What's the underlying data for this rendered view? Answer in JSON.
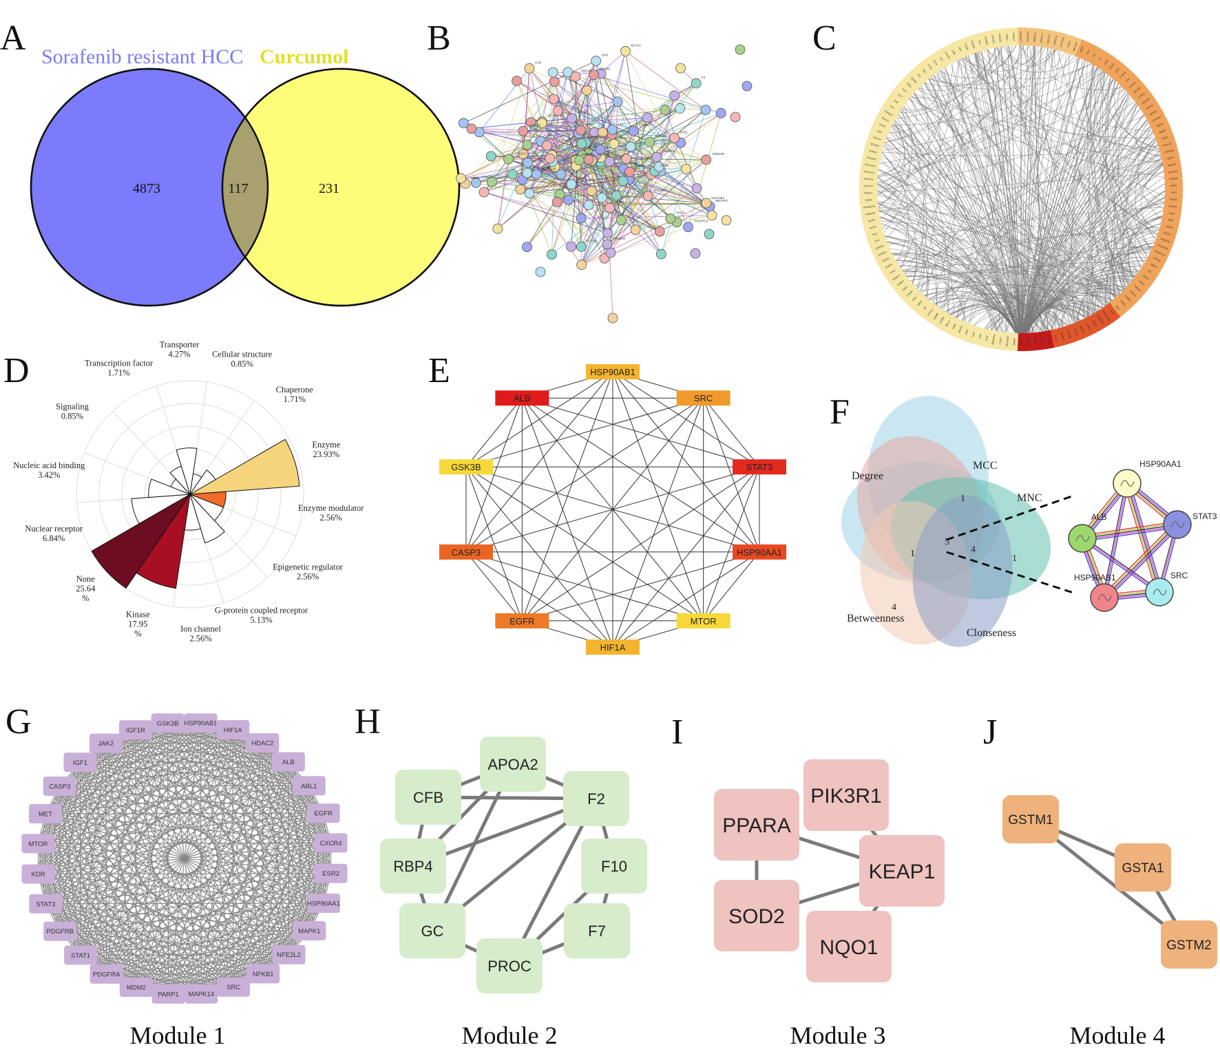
{
  "panel_letters": [
    "A",
    "B",
    "C",
    "D",
    "E",
    "F",
    "G",
    "H",
    "I",
    "J"
  ],
  "panel_a": {
    "set1_label": "Sorafenib resistant HCC",
    "set2_label": "Curcumol",
    "only1": "4873",
    "overlap": "117",
    "only2": "231",
    "colors": {
      "set1": "#7b7bfb",
      "set2": "#fdfd7a",
      "overlap": "#a8a06e",
      "label2": "#e2df2a"
    }
  },
  "panel_b": {
    "nodes": [
      "AKR1C2",
      "SULT2B1",
      "AKR1C1",
      "AKR1C3",
      "SULT2A1",
      "CES2",
      "AKR1C4",
      "METAP2",
      "QPRT",
      "SCN2A",
      "GSTM2",
      "CFD",
      "ACACB",
      "GSTM1",
      "RORA",
      "CHRNA7",
      "TYRO3",
      "CYP2C9",
      "CFB",
      "PROC",
      "CA1",
      "F7",
      "PRKCQ",
      "CSNK2B",
      "PDE4B",
      "ARG1",
      "PLA2G1B",
      "TRAPPC3",
      "HEXB",
      "BCAT2",
      "SIRT3",
      "SHH",
      "TDO2",
      "PAM",
      "SAE1",
      "ADAM10",
      "F10",
      "NAMPT",
      "SLC6A4",
      "MAOA",
      "PSAT1",
      "GSTA1",
      "F2",
      "BHMT"
    ]
  },
  "panel_c": {
    "labels": [
      "CYP27B1",
      "SULT2B1",
      "AKR1C1",
      "AKR1C2",
      "AKR1C3",
      "AKR1C4",
      "SULT2A1",
      "CES2",
      "METAP2",
      "QPRT",
      "F10",
      "F2",
      "F7",
      "CFB",
      "PROC",
      "CFD",
      "TYRO3",
      "CA1",
      "GSTM1",
      "GSTM2",
      "GSTA1",
      "ACACB",
      "HDAC1",
      "HDAC2",
      "CHRNA7",
      "MAOA",
      "BHMT",
      "TDO2",
      "PRKCQ",
      "CSNK2B",
      "SIRT3",
      "NAMPT",
      "SLC6A4",
      "PDE4B",
      "ARG1",
      "SHH",
      "RORA",
      "BCAT2",
      "SAE1",
      "PAM",
      "HEXB",
      "PSAT1",
      "ADAM10",
      "PLA2G1B",
      "TRAPPC3",
      "APOA2",
      "RBP4",
      "GC",
      "NQO1",
      "SOD2",
      "PPARA",
      "KEAP1",
      "PIK3R1",
      "STAT3",
      "SRC",
      "ALB",
      "HSP90AA1",
      "HSP90AB1",
      "EGFR",
      "CASP3",
      "MTOR",
      "HIF1A",
      "GSK3B",
      "MAPK1",
      "ESR2",
      "CXCR4",
      "NFE2L2",
      "NFKB1",
      "MAPK14",
      "PARP1",
      "MDM2",
      "PDGFRA",
      "STAT1",
      "PDGFRB",
      "KDR",
      "MET",
      "IGF1",
      "JAK2",
      "IGF1R",
      "ABL1",
      "CTSB",
      "MMP2",
      "MMP9",
      "PTGS2",
      "AR",
      "ESR1",
      "PGR",
      "NR3C1",
      "CDK2",
      "CHEK1",
      "AURKA",
      "PLK1",
      "TOP2A",
      "PARP2",
      "HDAC6",
      "HDAC8",
      "CA2",
      "CA9",
      "ACHE",
      "BCHE",
      "ADORA1",
      "ADORA2A",
      "DRD2",
      "HTR2A",
      "SLC6A2",
      "SLC6A3",
      "CYP19A1",
      "CYP17A1",
      "AKR1B1",
      "ALDH2",
      "ADH1B",
      "GSTP1",
      "XDH",
      "AOX1",
      "PTPN1",
      "PTPN11",
      "SYK",
      "BTK",
      "LCK",
      "FYN",
      "YES1",
      "ZAP70",
      "ITK",
      "TEK",
      "FLT1",
      "FLT3",
      "KIT",
      "CSF1R",
      "RET",
      "ALK",
      "ROS1",
      "NTRK1",
      "AXL",
      "MERTK",
      "EPHA2",
      "EPHB4",
      "DDR1",
      "FGFR1"
    ]
  },
  "panel_d": {
    "categories": [
      "Enzyme",
      "Enzyme modulator",
      "Epigenetic regulator",
      "G-protein coupled receptor",
      "Ion channel",
      "Kinase",
      "None",
      "Nuclear receptor",
      "Nucleic acid binding",
      "Signaling",
      "Transcription factor",
      "Transporter",
      "Cellular structure",
      "Chaperone"
    ],
    "label_text": [
      "Enzyme\n23.93%",
      "Enzyme modulator\n2.56%",
      "Epigenetic regulator\n2.56%",
      "G-protein coupled receptor\n5.13%",
      "Ion channel\n2.56%",
      "Kinase\n17.95\n%",
      "None\n25.64\n%",
      "Nuclear receptor\n6.84%",
      "Nucleic acid binding\n3.42%",
      "Signaling\n0.85%",
      "Transcription factor\n1.71%",
      "Transporter\n4.27%",
      "Cellular structure\n0.85%",
      "Chaperone\n1.71%"
    ],
    "colors": [
      "#f6d47c",
      "#ef6b2a",
      "#ffffff",
      "#ffffff",
      "#ffffff",
      "#a80f24",
      "#6c0d21",
      "#ffffff",
      "#ffffff",
      "#ffffff",
      "#ffffff",
      "#ffffff",
      "#ffffff",
      "#ffffff"
    ]
  },
  "chart_data": {
    "type": "pie",
    "categories": [
      "Enzyme",
      "Enzyme modulator",
      "Epigenetic regulator",
      "G-protein coupled receptor",
      "Ion channel",
      "Kinase",
      "None",
      "Nuclear receptor",
      "Nucleic acid binding",
      "Signaling",
      "Transcription factor",
      "Transporter",
      "Cellular structure",
      "Chaperone"
    ],
    "values": [
      23.93,
      2.56,
      2.56,
      5.13,
      2.56,
      17.95,
      25.64,
      6.84,
      3.42,
      0.85,
      1.71,
      4.27,
      0.85,
      1.71
    ],
    "title": "",
    "grid": true
  },
  "panel_e": {
    "nodes": [
      {
        "label": "HSP90AB1",
        "color": "#f3b52f"
      },
      {
        "label": "SRC",
        "color": "#f19a2c"
      },
      {
        "label": "STAT3",
        "color": "#e22a1e"
      },
      {
        "label": "HSP90AA1",
        "color": "#e84923"
      },
      {
        "label": "MTOR",
        "color": "#f7d83a"
      },
      {
        "label": "HIF1A",
        "color": "#f3b52f"
      },
      {
        "label": "EGFR",
        "color": "#ec7a26"
      },
      {
        "label": "CASP3",
        "color": "#ea6524"
      },
      {
        "label": "GSK3B",
        "color": "#f7d83a"
      },
      {
        "label": "ALB",
        "color": "#e01b1b"
      }
    ]
  },
  "panel_f": {
    "sets": [
      {
        "label": "MCC",
        "count": "1",
        "color": "#9fd3e6"
      },
      {
        "label": "Degree",
        "count": "1",
        "color": "#e8a49a"
      },
      {
        "label": "MNC",
        "count": "1",
        "color": "#63c1b1"
      },
      {
        "label": "Betweenness",
        "count": "4",
        "color": "#f2c9b2"
      },
      {
        "label": "Clonseness",
        "count": "",
        "color": "#8a9fc6"
      }
    ],
    "center_count": "5",
    "inner_count": "4",
    "network": [
      {
        "label": "HSP90AA1",
        "color": "#fdfbc9"
      },
      {
        "label": "STAT3",
        "color": "#8b8fe0"
      },
      {
        "label": "SRC",
        "color": "#a9ecef"
      },
      {
        "label": "HSP90AB1",
        "color": "#f0858a"
      },
      {
        "label": "ALB",
        "color": "#9dd86f"
      }
    ]
  },
  "panel_g": {
    "caption": "Module 1",
    "node_color": "#c9b0d8",
    "nodes": [
      "HSP90AB1",
      "HIF1A",
      "HDAC2",
      "ALB",
      "ABL1",
      "EGFR",
      "CXCR4",
      "ESR2",
      "HSP90AA1",
      "MAPK1",
      "NFE2L2",
      "NFKB1",
      "SRC",
      "MAPK14",
      "PARP1",
      "MDM2",
      "PDGFRA",
      "STAT1",
      "PDGFRB",
      "STAT3",
      "KDR",
      "MTOR",
      "MET",
      "CASP3",
      "IGF1",
      "JAK2",
      "IGF1R",
      "GSK3B"
    ]
  },
  "panel_h": {
    "caption": "Module 2",
    "node_color": "#d6eccb",
    "nodes": [
      "APOA2",
      "CFB",
      "F2",
      "RBP4",
      "F10",
      "GC",
      "F7",
      "PROC"
    ]
  },
  "panel_i": {
    "caption": "Module 3",
    "node_color": "#efc3c0",
    "nodes": [
      "PIK3R1",
      "PPARA",
      "KEAP1",
      "SOD2",
      "NQO1"
    ]
  },
  "panel_j": {
    "caption": "Module 4",
    "node_color": "#efb27c",
    "nodes": [
      "GSTM1",
      "GSTA1",
      "GSTM2"
    ]
  }
}
